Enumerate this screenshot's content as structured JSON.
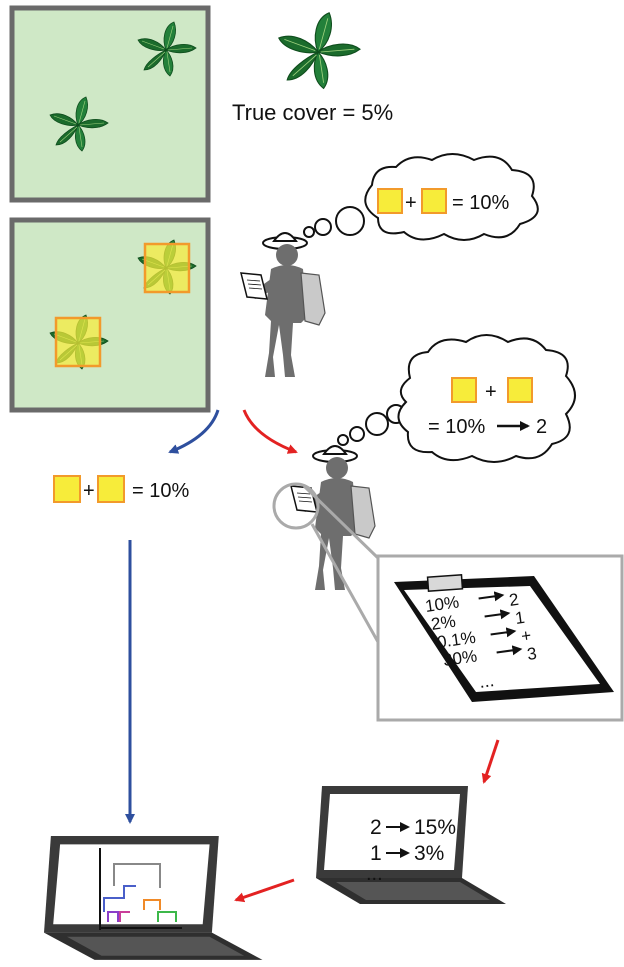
{
  "true_cover_label": "True cover = 5%",
  "thought_bubble_1": {
    "plus": "+",
    "equals_text": "= 10%"
  },
  "thought_bubble_2": {
    "plus": "+",
    "equals_text": "= 10%",
    "arrow_target": "2"
  },
  "direct_estimate": {
    "plus": "+",
    "equals_text": "= 10%"
  },
  "clipboard_lines": [
    {
      "from": "10%",
      "to": "2"
    },
    {
      "from": "2%",
      "to": "1"
    },
    {
      "from": "0.1%",
      "to": "+"
    },
    {
      "from": "30%",
      "to": "3"
    }
  ],
  "clipboard_ellipsis": "...",
  "laptop_conversion": [
    {
      "from": "2",
      "to": "15%"
    },
    {
      "from": "1",
      "to": "3%"
    }
  ],
  "laptop_ellipsis": "...",
  "colors": {
    "plot_fill": "#cfe8c6",
    "plot_border": "#6a6a6a",
    "leaf_dark": "#1b6b2c",
    "leaf_light": "#9ed17d",
    "square_fill": "#f7ec3a",
    "square_border": "#f29a2b",
    "person": "#6e6e6e",
    "blue_arrow": "#2e4f9e",
    "red_arrow": "#e32222"
  }
}
